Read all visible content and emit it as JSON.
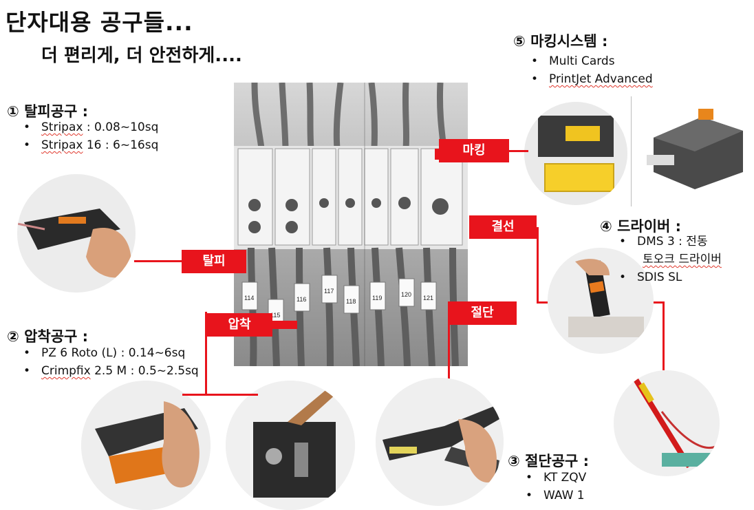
{
  "slide": {
    "title": "단자대용 공구들...",
    "subtitle": "더 편리게, 더 안전하게....",
    "sections": {
      "strip": {
        "heading": "① 탈피공구 :",
        "items": [
          {
            "brand": "Stripax",
            "rest": " : 0.08~10sq"
          },
          {
            "brand": "Stripax",
            "rest": " 16 : 6~16sq"
          }
        ]
      },
      "crimp": {
        "heading": "② 압착공구 :",
        "items": [
          {
            "text": "PZ 6 Roto (L) : 0.14~6sq"
          },
          {
            "brand": "Crimpfix",
            "rest": " 2.5 M : 0.5~2.5sq"
          }
        ]
      },
      "cut": {
        "heading": "③ 절단공구 :",
        "items": [
          "KT ZQV",
          "WAW 1"
        ]
      },
      "driver": {
        "heading": "④ 드라이버 :",
        "items": [
          "DMS 3 : 전동",
          "토오크 드라이버",
          "SDIS SL"
        ]
      },
      "marking": {
        "heading": "⑤ 마킹시스템 :",
        "items": [
          "Multi Cards",
          "PrintJet Advanced"
        ]
      }
    },
    "tags": {
      "strip": "탈피",
      "crimp": "압착",
      "cut": "절단",
      "wire": "결선",
      "mark": "마킹"
    },
    "bullet_char": "•",
    "terminal_labels": [
      "116",
      "115",
      "114",
      "117",
      "118",
      "119",
      "120",
      "121"
    ],
    "accent_color": "#e8141c"
  }
}
